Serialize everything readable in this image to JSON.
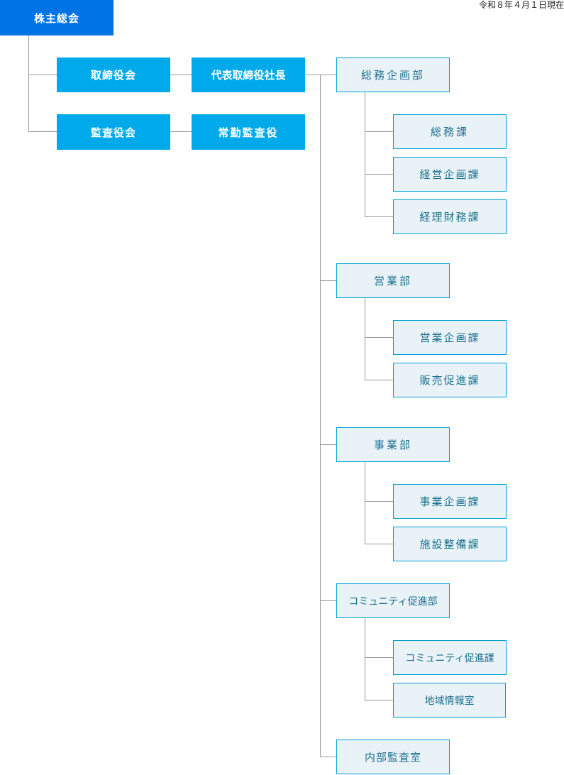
{
  "as_of": "令和８年４月１日現在",
  "root": {
    "label": "株主総会"
  },
  "board": {
    "label": "取締役会",
    "president": {
      "label": "代表取締役社長"
    }
  },
  "audit_board": {
    "label": "監査役会",
    "auditor": {
      "label": "常勤監査役"
    }
  },
  "departments": [
    {
      "label": "総務企画部",
      "sections": [
        {
          "label": "総務課"
        },
        {
          "label": "経営企画課"
        },
        {
          "label": "経理財務課"
        }
      ]
    },
    {
      "label": "営業部",
      "sections": [
        {
          "label": "営業企画課"
        },
        {
          "label": "販売促進課"
        }
      ]
    },
    {
      "label": "事業部",
      "sections": [
        {
          "label": "事業企画課"
        },
        {
          "label": "施設整備課"
        }
      ]
    },
    {
      "label": "コミュニティ促進部",
      "sections": [
        {
          "label": "コミュニティ促進課"
        },
        {
          "label": "地域情報室"
        }
      ]
    },
    {
      "label": "内部監査室",
      "sections": []
    }
  ],
  "colors": {
    "root_fill": "#0073e5",
    "exec_fill": "#00a9ea",
    "org_fill": "#e9f2f6",
    "org_border": "#00a0d8",
    "org_text": "#1a6f8f",
    "connector": "#999999"
  }
}
